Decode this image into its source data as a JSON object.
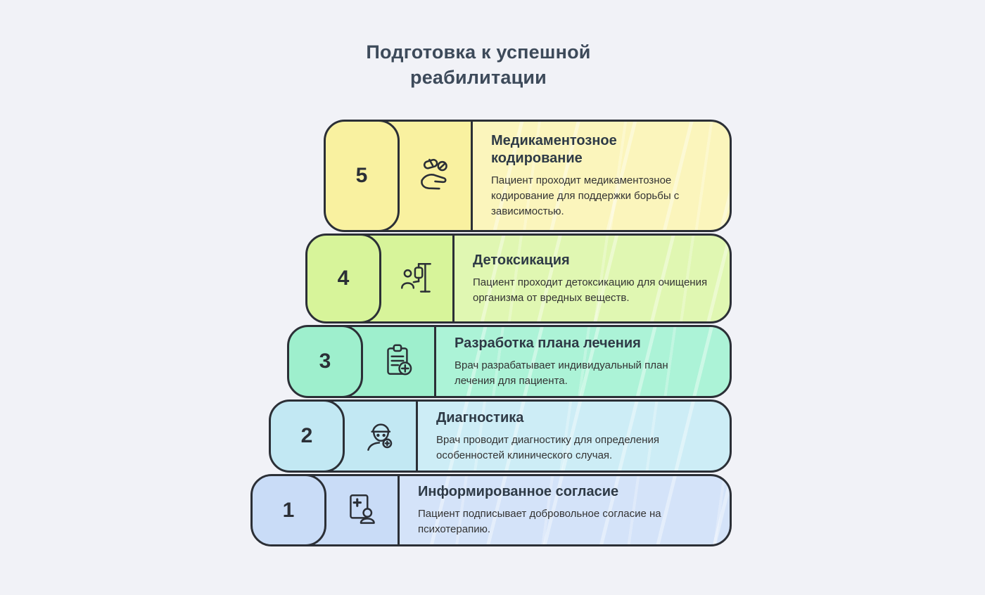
{
  "page": {
    "title_line1": "Подготовка к успешной",
    "title_line2": "реабилитации"
  },
  "palette": {
    "background": "#F1F2F7",
    "outline": "#2B2F36",
    "title_text": "#3D4A5A",
    "body_text": "#333333"
  },
  "steps": [
    {
      "number": "5",
      "title": "Медикаментозное кодирование",
      "description": "Пациент проходит медикаментозное кодирование для поддержки борьбы с зависимостью.",
      "icon": "medication-coding-icon",
      "color": "#F9F1A0",
      "color_light": "#FBF5BC"
    },
    {
      "number": "4",
      "title": "Детоксикация",
      "description": "Пациент проходит детоксикацию для очищения организма от вредных веществ.",
      "icon": "detox-icon",
      "color": "#D7F49A",
      "color_light": "#E0F7B2"
    },
    {
      "number": "3",
      "title": "Разработка плана лечения",
      "description": "Врач разрабатывает индивидуальный план лечения для пациента.",
      "icon": "treatment-plan-icon",
      "color": "#9EEFCD",
      "color_light": "#ACF3D7"
    },
    {
      "number": "2",
      "title": "Диагностика",
      "description": "Врач проводит диагностику для определения особенностей клинического случая.",
      "icon": "diagnostics-icon",
      "color": "#C2E8F3",
      "color_light": "#CDEDF6"
    },
    {
      "number": "1",
      "title": "Информированное согласие",
      "description": "Пациент подписывает добровольное согласие на психотерапию.",
      "icon": "informed-consent-icon",
      "color": "#C9DCF7",
      "color_light": "#D4E3F9"
    }
  ]
}
